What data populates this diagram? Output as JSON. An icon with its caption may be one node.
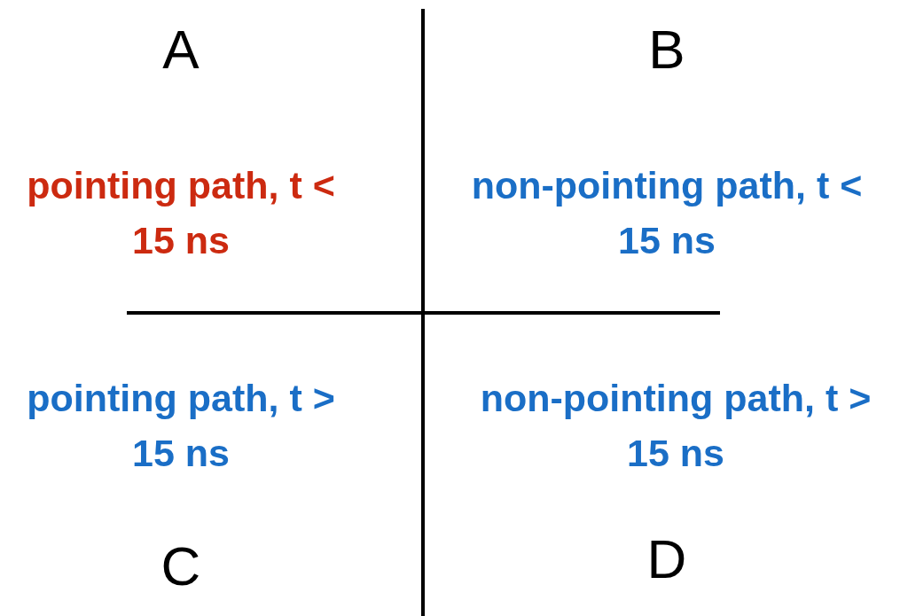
{
  "diagram": {
    "labels": [
      "A",
      "B",
      "pointing path, t < 15 ns",
      "non-pointing path, t < 15 ns",
      "pointing path, t > 15 ns",
      "non-pointing path, t > 15 ns",
      "C",
      "D"
    ]
  }
}
